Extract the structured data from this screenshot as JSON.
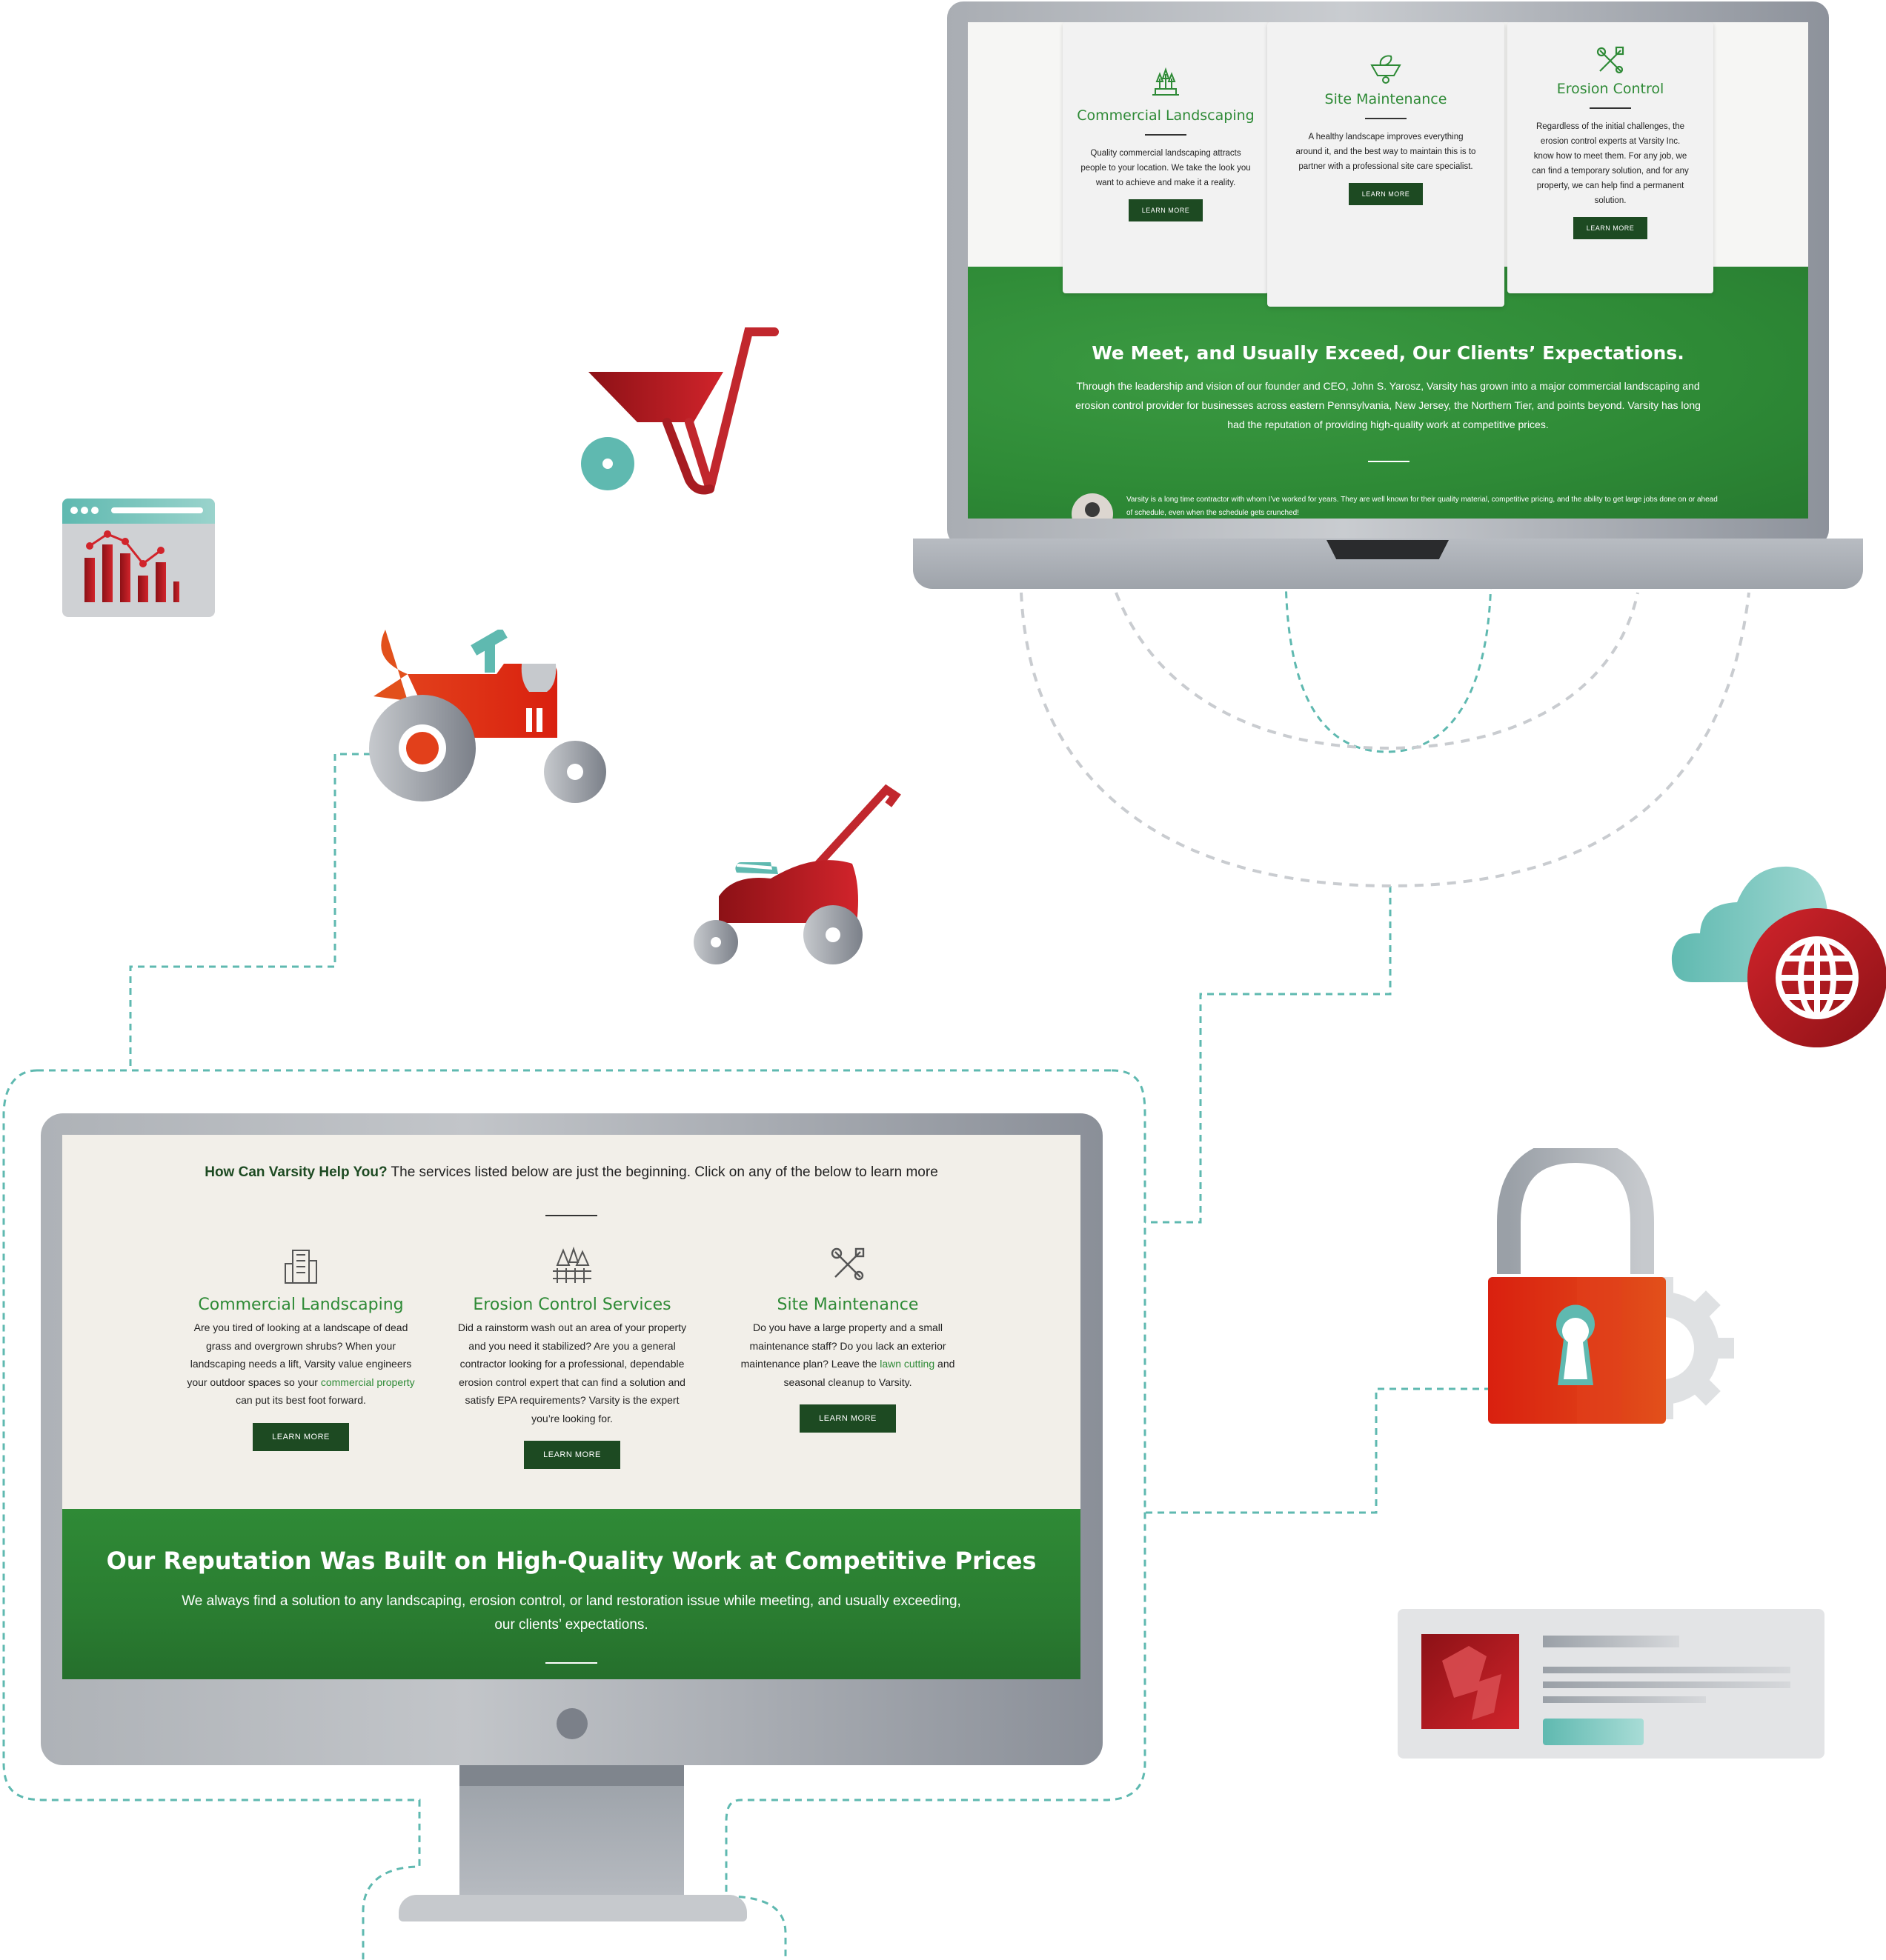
{
  "laptop_site": {
    "cards": [
      {
        "icon": "landscaping-icon",
        "title": "Commercial Landscaping",
        "text": "Quality commercial landscaping attracts people to your location. We take the look you want to achieve and make it a reality.",
        "button": "LEARN MORE"
      },
      {
        "icon": "wheelbarrow-leaf-icon",
        "title": "Site Maintenance",
        "text": "A healthy landscape improves everything around it, and the best way to maintain this is to partner with a professional site care specialist.",
        "button": "LEARN MORE"
      },
      {
        "icon": "tools-icon",
        "title": "Erosion Control",
        "text": "Regardless of the initial challenges, the erosion control experts at Varsity Inc. know how to meet them. For any job, we can find a temporary solution, and for any property, we can help find a permanent solution.",
        "button": "LEARN MORE"
      }
    ],
    "heading": "We Meet, and Usually Exceed, Our Clients’ Expectations.",
    "paragraph": "Through the leadership and vision of our founder and CEO, John S. Yarosz, Varsity has grown into a major commercial landscaping and erosion control provider for businesses across eastern Pennsylvania, New Jersey, the Northern Tier, and points beyond. Varsity has long had the reputation of providing high-quality work at competitive prices.",
    "testimonial": "Varsity is a long time contractor with whom I’ve worked for years. They are well known for their quality material, competitive pricing, and the ability to get large jobs done on or ahead of schedule, even when the schedule gets crunched!"
  },
  "monitor_site": {
    "intro_bold": "How Can Varsity Help You?",
    "intro_rest": " The services listed below are just the beginning. Click on any of the below to learn more",
    "columns": [
      {
        "icon": "building-icon",
        "title": "Commercial Landscaping",
        "text_a": "Are you tired of looking at a landscape of dead grass and overgrown shrubs? When your landscaping needs a lift, Varsity value engineers your outdoor spaces so your ",
        "link": "commercial property",
        "text_b": " can put its best foot forward.",
        "button": "LEARN MORE"
      },
      {
        "icon": "trees-fence-icon",
        "title": "Erosion Control Services",
        "text_a": "Did a rainstorm wash out an area of your property and you need it stabilized? Are you a general contractor looking for a professional, dependable erosion control expert that can find a solution and satisfy EPA requirements? Varsity is the expert you’re looking for.",
        "link": "",
        "text_b": "",
        "button": "LEARN MORE"
      },
      {
        "icon": "tools-icon",
        "title": "Site Maintenance",
        "text_a": "Do you have a large property and a small maintenance staff? Do you lack an exterior maintenance plan? Leave the ",
        "link": "lawn cutting",
        "text_b": " and seasonal cleanup to Varsity.",
        "button": "LEARN MORE"
      }
    ],
    "heading": "Our Reputation Was Built on High-Quality Work at Competitive Prices",
    "paragraph": "We always find a solution to any landscaping, erosion control, or land restoration issue while meeting, and usually exceeding, our clients’ expectations."
  },
  "illustrations": [
    "wheelbarrow-icon",
    "chart-window-icon",
    "tractor-icon",
    "lawn-mower-icon",
    "cloud-globe-icon",
    "padlock-gear-icon",
    "profile-card-icon"
  ],
  "colors": {
    "brand_green": "#2e8a36",
    "dark_green": "#1d4a22",
    "accent_red": "#c1272d",
    "accent_orange": "#e2401b",
    "accent_teal": "#5fb9b0"
  }
}
